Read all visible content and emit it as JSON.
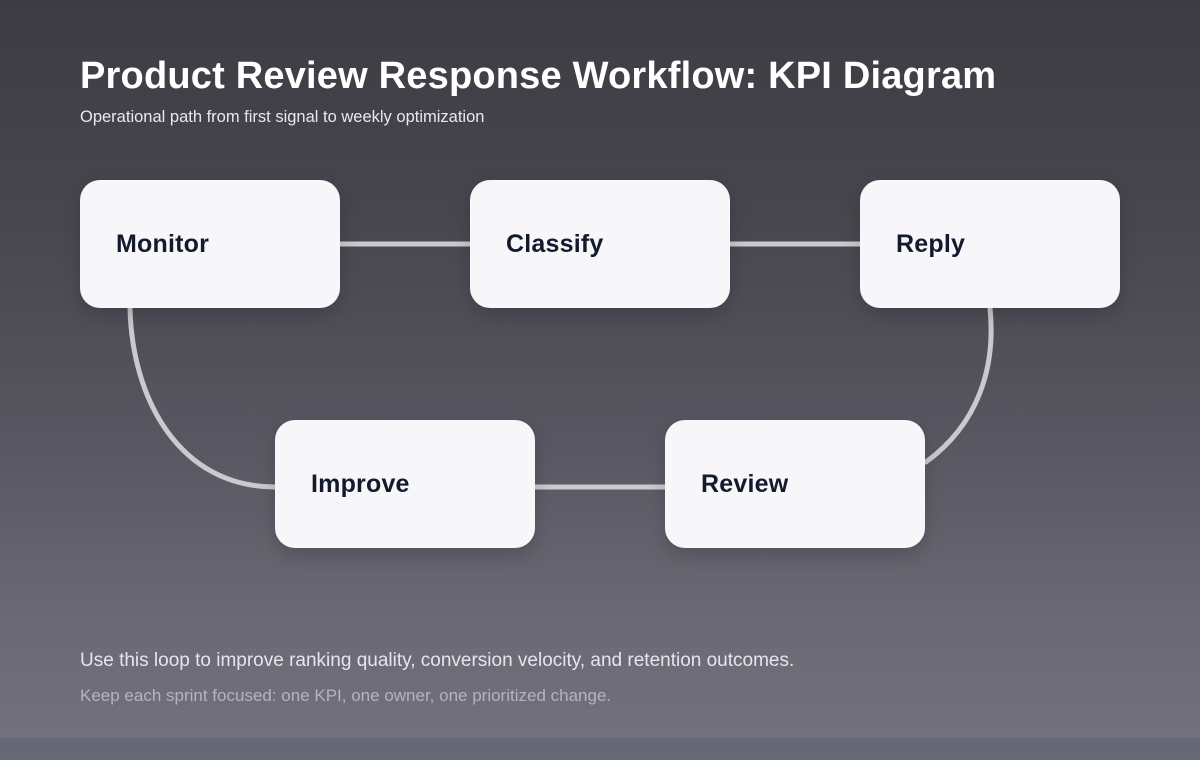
{
  "page": {
    "title": "Product Review Response Workflow: KPI Diagram",
    "subtitle": "Operational path from first signal to weekly optimization"
  },
  "diagram": {
    "type": "cyclic-flowchart",
    "nodes": [
      {
        "id": "monitor",
        "label": "Monitor"
      },
      {
        "id": "classify",
        "label": "Classify"
      },
      {
        "id": "reply",
        "label": "Reply"
      },
      {
        "id": "improve",
        "label": "Improve"
      },
      {
        "id": "review",
        "label": "Review"
      }
    ],
    "edges": [
      {
        "from": "monitor",
        "to": "classify"
      },
      {
        "from": "classify",
        "to": "reply"
      },
      {
        "from": "reply",
        "to": "review"
      },
      {
        "from": "review",
        "to": "improve"
      },
      {
        "from": "improve",
        "to": "monitor"
      }
    ]
  },
  "footer": {
    "line1": "Use this loop to improve ranking quality, conversion velocity, and retention outcomes.",
    "line2": "Keep each sprint focused: one KPI, one owner, one prioritized change."
  },
  "colors": {
    "background_top": "#3d3c43",
    "background_bottom": "#73727d",
    "node_fill": "#f7f7f9",
    "node_text": "#141a2d",
    "connector": "#c9c9ce",
    "title_text": "#ffffff",
    "subtitle_text": "#e9e8ef",
    "footer_primary": "#e6e5ef",
    "footer_secondary": "#b5b3c1"
  }
}
